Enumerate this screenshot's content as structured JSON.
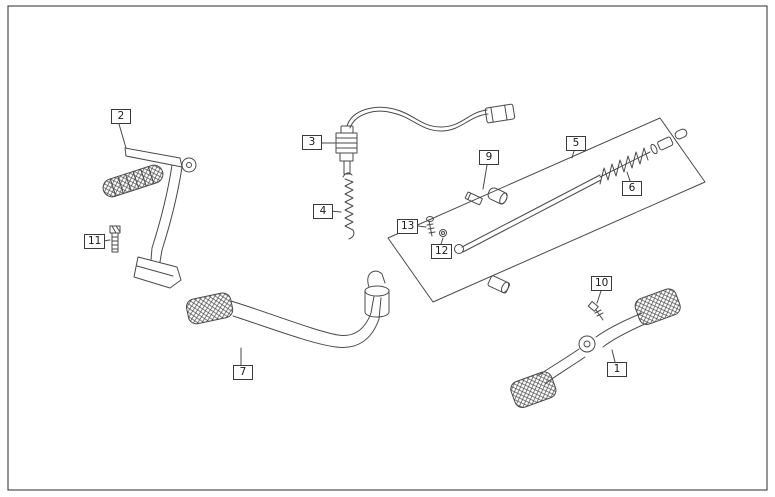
{
  "diagram": {
    "colors": {
      "line": "#4a4a4a",
      "frame": "#2b2b2b",
      "label-ink": "#1a1a1a",
      "label-border": "#3a3a3a",
      "paper": "#ffffff"
    },
    "labels": [
      {
        "text": "1"
      },
      {
        "text": "2"
      },
      {
        "text": "3"
      },
      {
        "text": "4"
      },
      {
        "text": "5"
      },
      {
        "text": "6"
      },
      {
        "text": "7"
      },
      {
        "text": "9"
      },
      {
        "text": "10"
      },
      {
        "text": "11"
      },
      {
        "text": "12"
      },
      {
        "text": "13"
      }
    ]
  }
}
